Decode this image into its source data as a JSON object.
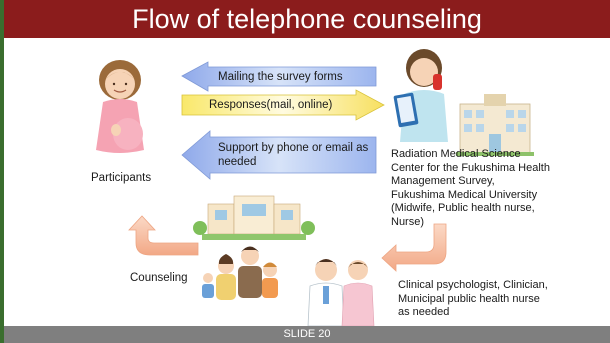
{
  "title": "Flow of telephone counseling",
  "arrows": {
    "mailing": "Mailing the survey forms",
    "responses": "Responses(mail, online)",
    "support_line1": "Support by phone or email as",
    "support_line2": "needed"
  },
  "participants_label": "Participants",
  "center_label": {
    "line1": "Radiation Medical Science",
    "line2": "Center for the Fukushima Health",
    "line3": "Management Survey,",
    "line4": "Fukushima Medical University",
    "line5": "(Midwife, Public health nurse,",
    "line6": "Nurse)"
  },
  "counseling_label": "Counseling",
  "specialists_label": {
    "line1": "Clinical psychologist, Clinician,",
    "line2": "Municipal public health nurse",
    "line3": "as needed"
  },
  "footer": "SLIDE 20",
  "colors": {
    "title_bg": "#8b1c1c",
    "footer_bg": "#7f7f7f",
    "blue_arrow": "#b8ccf0",
    "yellow_arrow": "#fdf0a8",
    "orange_curve": "#f6c0a4"
  }
}
